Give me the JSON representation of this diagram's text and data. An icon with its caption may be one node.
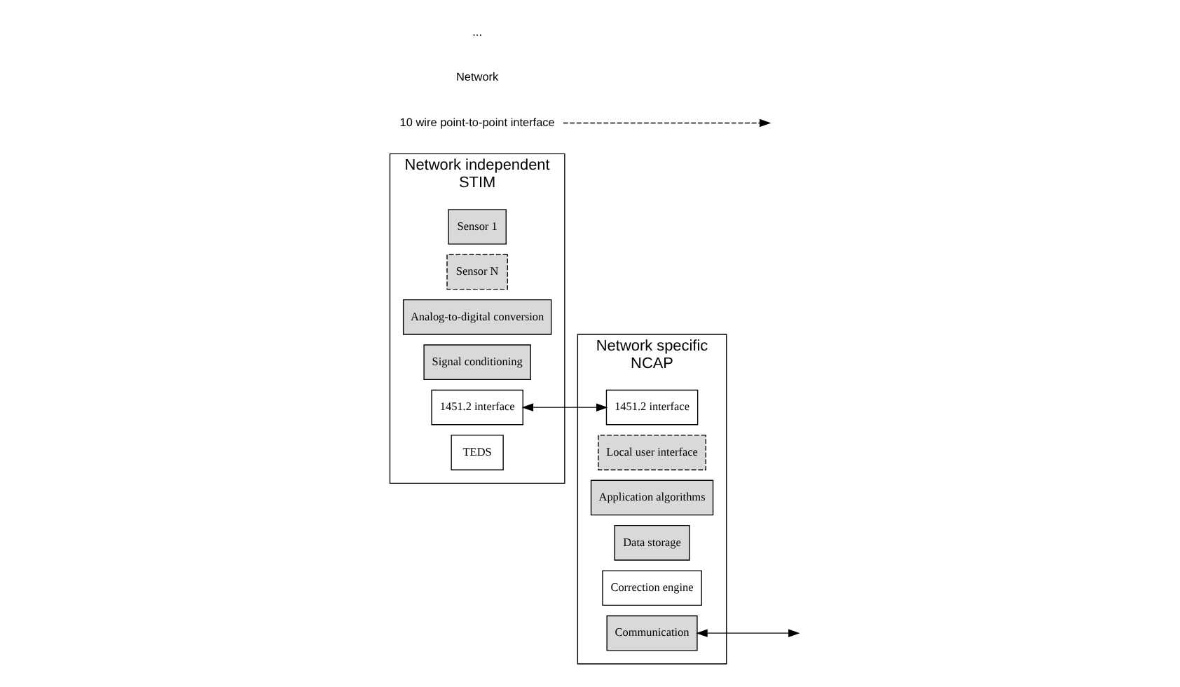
{
  "diagram": {
    "nodes": [
      {
        "text": [
          "Network independent",
          "STIM"
        ]
      },
      {
        "text": [
          "Sensor 1"
        ],
        "in": 0
      },
      {
        "text": [
          "Sensor N"
        ],
        "in": 0
      },
      {
        "text": [
          "Analog-to-digital conversion"
        ],
        "in": 0
      },
      {
        "text": [
          "Signal conditioning"
        ],
        "in": 0
      },
      {
        "text": [
          "1451.2 interface"
        ],
        "in": 0
      },
      {
        "text": [
          "TEDS"
        ],
        "in": 0
      },
      {
        "text": [
          "Network specific",
          "NCAP"
        ]
      },
      {
        "text": [
          "1451.2 interface"
        ],
        "in": 7
      },
      {
        "text": [
          "Local user interface"
        ],
        "in": 7
      },
      {
        "text": [
          "Application algorithms"
        ],
        "in": 7
      },
      {
        "text": [
          "Data storage"
        ],
        "in": 7
      },
      {
        "text": [
          "Correction engine"
        ],
        "in": 7
      },
      {
        "text": [
          "Communication"
        ],
        "in": 7
      },
      {
        "text": [
          "10 wire point-to-point interface"
        ]
      }
    ],
    "edges": [
      {
        "from": 5,
        "to": 8,
        "arrow": "both"
      },
      {
        "from": 13,
        "to": null,
        "arrow": "both"
      },
      {
        "from": 14,
        "to": null,
        "arrow": "to",
        "style": "dashed"
      }
    ],
    "labels": [
      "Network",
      "..."
    ]
  }
}
